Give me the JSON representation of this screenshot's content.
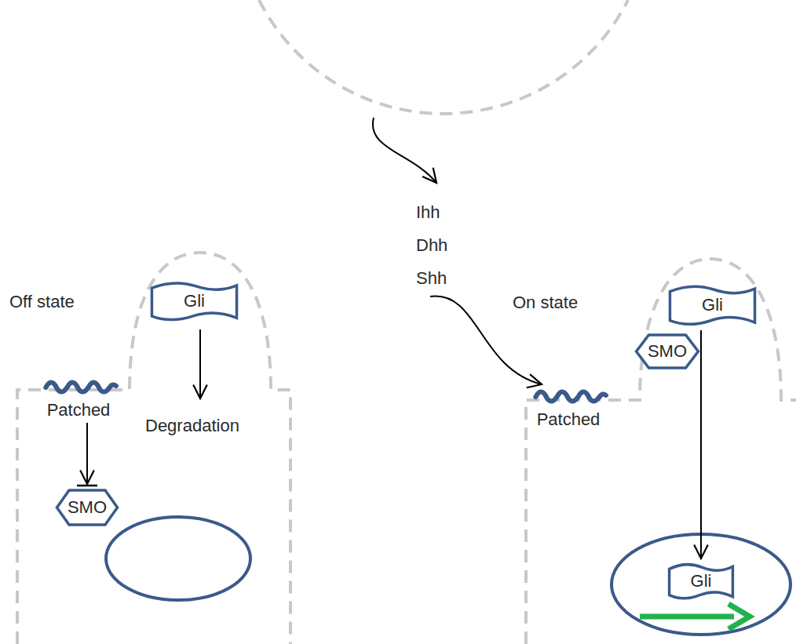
{
  "diagram": {
    "nodes": [
      {
        "text": [
          "Gli"
        ]
      },
      {
        "text": [
          "Patched"
        ]
      },
      {
        "text": [
          "SMO"
        ]
      },
      {
        "text": [
          "Gli"
        ]
      },
      {
        "text": [
          "SMO"
        ]
      },
      {
        "text": [
          "Patched"
        ]
      },
      {
        "text": [
          "Gli"
        ]
      }
    ],
    "edges": [
      {
        "from": 1,
        "to": 2,
        "arrow": "to"
      },
      {
        "from": 3,
        "to": 6,
        "arrow": "to"
      }
    ],
    "labels": [
      "Ihh",
      "Dhh",
      "Shh",
      "Off state",
      "Degradation",
      "On state"
    ]
  }
}
